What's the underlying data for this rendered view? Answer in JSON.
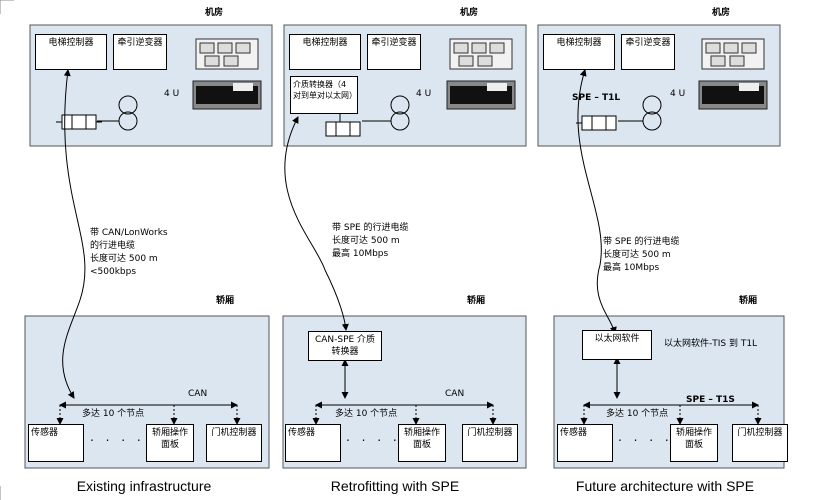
{
  "panels": [
    {
      "machine_room_label": "机房",
      "ctrl": "电梯控制器",
      "inverter": "牵引逆变器",
      "units": "4 U",
      "spe_label": "",
      "converter": "",
      "cable_note": [
        "带      CAN/LonWorks",
        "的行进电缆",
        "长度可达 500 m",
        "<500kbps"
      ],
      "car_label": "轿厢",
      "car_top_box": "",
      "car_top_note": "",
      "bus_label": "CAN",
      "nodes": "多达 10 个节点",
      "sensor": "传感器",
      "dots": ". . . . . .",
      "panel_box": "轿厢操作面板",
      "door": "门机控制器",
      "caption": "Existing infrastructure"
    },
    {
      "machine_room_label": "机房",
      "ctrl": "电梯控制器",
      "inverter": "牵引逆变器",
      "units": "4 U",
      "spe_label": "",
      "converter": "介质转换器（4 对到单对以太网）",
      "cable_note": [
        "带 SPE 的行进电缆",
        "长度可达 500 m",
        "最高 10Mbps"
      ],
      "car_label": "轿厢",
      "car_top_box": "CAN-SPE 介质转换器",
      "car_top_note": "",
      "bus_label": "CAN",
      "nodes": "多达 10 个节点",
      "sensor": "传感器",
      "dots": ". . . . . .",
      "panel_box": "轿厢操作面板",
      "door": "门机控制器",
      "caption": "Retrofitting with SPE"
    },
    {
      "machine_room_label": "机房",
      "ctrl": "电梯控制器",
      "inverter": "牵引逆变器",
      "units": "4 U",
      "spe_label": "SPE – T1L",
      "converter": "",
      "cable_note": [
        "带 SPE 的行进电缆",
        "长度可达 500 m",
        "最高 10Mbps"
      ],
      "car_label": "轿厢",
      "car_top_box": "以太网软件",
      "car_top_note": "以太网软件-TIS 到 T1L",
      "bus_label": "SPE – T1S",
      "nodes": "多达 10 个节点",
      "sensor": "传感器",
      "dots": ". . . . . .",
      "panel_box": "轿厢操作面板",
      "door": "门机控制器",
      "caption": "Future architecture with SPE"
    }
  ],
  "colors": {
    "room_fill": "#dce6f1",
    "car_fill": "#dce6f1",
    "line": "#000000"
  }
}
